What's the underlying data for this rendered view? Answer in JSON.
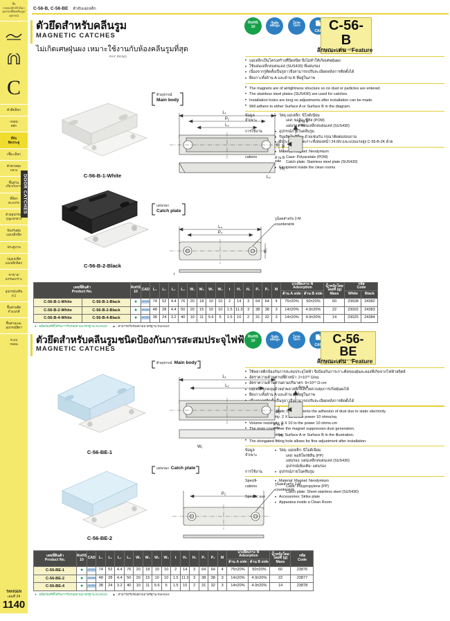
{
  "sidebar": {
    "top_text_lines": [
      "สื่อ",
      "กรอบสลัก/หัวล็อก",
      "อุปกรณ์ยึดคลีนรูม/อุปกรณ์"
    ],
    "letter": "C",
    "vertical_tab": "DOOR CATCHES",
    "items": [
      {
        "label": "ตัวยึดล็อก",
        "active": false
      },
      {
        "label": "กลอน\nสลัก",
        "active": false
      },
      {
        "label": "ที่จับ\nยึดประตู",
        "active": true
      },
      {
        "label": "เซี้ยะเล็อก",
        "active": false
      },
      {
        "label": "ตัวควบคุม\nกลาง",
        "active": false
      },
      {
        "label": "ชิ้นส่วน\nเกี่ยวกับงาน",
        "active": false
      },
      {
        "label": "ที่ล็อก\nตะแกรง",
        "active": false
      },
      {
        "label": "ด้วยอุปกรณ์\nกุญแจกลาง",
        "active": false
      },
      {
        "label": "ป้องกันฝุ่น\nแม่เหล็กยึด",
        "active": false
      },
      {
        "label": "ประตูบาน",
        "active": false
      },
      {
        "label": "กุญแจเซ็ต\nแม่เหล็กล็อก",
        "active": false
      },
      {
        "label": "ขาขาง/\nแกรนแกราะ",
        "active": false
      },
      {
        "label": "อุปกรณ์เสริม\n(C)",
        "active": false
      },
      {
        "label": "ชิ้นส่วนยึด\nจำแนกสี",
        "active": false
      },
      {
        "label": "ชิ้นส่วนและ\nอุปกรณ์ยึดฯ",
        "active": false
      },
      {
        "label": "ระบบ\nกลอน",
        "active": false
      }
    ],
    "footer": {
      "brand": "TAKIGEN",
      "volume": "เล่มที่ 24",
      "page": "1140"
    }
  },
  "topbar": {
    "codes": "C-56-B, C-56-BE",
    "thai": "ตัวจับแม่เหล็ก"
  },
  "sections": [
    {
      "id": "c56b",
      "title_th": "ตัวยึดสำหรับคลีนรูม",
      "title_en": "MAGNETIC CATCHES",
      "subtitle": "ไม่เกิดเศษฝุ่นผง เหมาะใช้งานกับห้องคลีนรูมที่สุด",
      "patpend": "PAT.PEND.",
      "product_code": "C-56-B",
      "product_code_sub": "ฝาพลาสติก",
      "badges": [
        {
          "name": "rohs-badge",
          "l1": "RoHS",
          "l2": "10",
          "color": "#16a04a"
        },
        {
          "name": "dustproof-badge",
          "l1": "กันฝุ่น",
          "l2": "คลีนรูม",
          "color": "#2d7fc1"
        },
        {
          "name": "standard-badge",
          "l1": "โปรด",
          "l2": "โทรฯ",
          "color": "#2d7fc1"
        },
        {
          "name": "cad-badge",
          "l1": "",
          "l2": "CAD",
          "color": "#2d7fc1"
        }
      ],
      "feature_header_th": "ลักษณะเด่น",
      "feature_header_en": "Feature",
      "features_th": [
        "แม่เหล็กเป็นโครงสร้างที่ปิดสนิท จึงไม่ทำให้เกิดเศษฝุ่นผง",
        "ใช้แผ่นเหล็กสแตนเลส (SUS430) ที่แผ่นรอง",
        "เนื่องจากรูติดตั้งเป็นรูยาวจึงสามารถปรับละเอียดหลังการติดตั้งได้",
        "ยึดเกาะทั้งด้าน A และด้าน B ที่อยู่ในภาพ"
      ],
      "features_en": [
        "The magnets are of airtightness structure so no dust or particles are entered.",
        "The stainless steel plates (SUS430) are used for catches.",
        "Installation holes are long so adjustments after installation can be made.",
        "Will adhere to either Surface A or Surface B in the diagram."
      ],
      "spec_rows_th": [
        {
          "label": "ข้อมูล\nจำเพาะ",
          "lines": [
            {
              "t": "วัสดุ แม่เหล็ก: นีโอดิเนียม",
              "bullet": true
            },
            {
              "t": "เคส: พอลิอะซีทัล (POM)",
              "indent": true
            },
            {
              "t": "แผ่นรอง: แผ่นเหล็กสแตนเลส (SUS430)",
              "indent": true
            }
          ]
        },
        {
          "label": "การใช้งาน",
          "lines": [
            {
              "t": "อุปกรณ์ภายในคลีนรูม",
              "bullet": true
            }
          ]
        },
        {
          "label": "หมายเหตุ",
          "lines": [
            {
              "t": "รับผลิตในสีอื่นๆ ด้วยเช่นกัน กรุณาติดต่อสอบถาม",
              "bullet": true
            },
            {
              "t": "มีประเภทแรงยึดเกาะทั้งสองหน้า 24.6N และแบบแรงสูง C-56-B-2K ด้วย",
              "bullet": true
            }
          ]
        }
      ],
      "spec_rows_en": [
        {
          "label": "Specifi-\ncations",
          "lines": [
            {
              "t": "Material: Magnet: Neodymium",
              "bullet": true
            },
            {
              "t": "Case: Polyacetals (POM)",
              "indent": true
            },
            {
              "t": "Catch plate: Stainless steel plate (SUS430)",
              "indent": true
            }
          ]
        },
        {
          "label": "Specific use",
          "lines": [
            {
              "t": "Equipment inside the clean rooms",
              "bullet": true
            }
          ]
        }
      ],
      "drawing_labels": {
        "main_body_th": "ตัวอุปกรณ์",
        "main_body_en": "Main body",
        "catch_plate_th": "แผ่นรอง",
        "catch_plate_en": "Catch plate",
        "countersink_th": "รูน็อตสำหรับ 2-M",
        "countersink_en": "countersink",
        "side_a": "ด้าน A\nside",
        "side_b": "ด้าน B\nside",
        "dims": [
          "L₁",
          "L₂",
          "L₃",
          "L₄",
          "P₁",
          "P₂",
          "W₁",
          "W₂",
          "W₃",
          "W₄",
          "H₁"
        ]
      },
      "photo_labels": [
        "C-56-B-1-White",
        "C-56-B-2-Black"
      ],
      "table": {
        "group_headers": {
          "product_no_th": "เลขที่สินค้า",
          "product_no_en": "Product No.",
          "rohs": "RoHS 10",
          "cad": "CAD",
          "adsorption_th": "แรงยึดเกาะ N",
          "adsorption_en": "Adsorption",
          "a_side": "ด้าน A side",
          "b_side": "ด้าน B side",
          "mass_th": "น้ำหนักโดยโดยที่ (g)",
          "mass_en": "Mass",
          "code_th": "รหัส",
          "code_en": "Code",
          "white": "White",
          "black": "Black"
        },
        "dim_headers": [
          "L₁",
          "L₂",
          "L₃",
          "L₄",
          "W₁",
          "W₂",
          "W₃",
          "W₄",
          "t",
          "H₁",
          "H₂",
          "P₁",
          "P₂",
          "M"
        ],
        "rows": [
          {
            "white_pn": "C-56-B-1-White",
            "black_pn": "C-56-B-1-Black",
            "rohs": "●",
            "cad": "2D/3D",
            "dims": [
              "74",
              "52",
              "4.4",
              "76",
              "20",
              "18",
              "10",
              "10",
              "2",
              "14",
              "3",
              "64",
              "64",
              "4"
            ],
            "ads_a": "75±20%",
            "ads_b": "50±20%",
            "mass": "60",
            "code_white": "23608",
            "code_black": "24382"
          },
          {
            "white_pn": "C-56-B-2-White",
            "black_pn": "C-56-B-2-Black",
            "rohs": "●",
            "cad": "2D/3D",
            "dims": [
              "48",
              "28",
              "4.4",
              "50",
              "20",
              "15",
              "10",
              "10",
              "1.5",
              "11.3",
              "3",
              "38",
              "38",
              "3"
            ],
            "ads_a": "14±20%",
            "ads_b": "4.9±20%",
            "mass": "22",
            "code_white": "23002",
            "code_black": "24383"
          },
          {
            "white_pn": "C-56-B-4-White",
            "black_pn": "C-56-B-4-Black",
            "rohs": "●",
            "cad": "2D/3D",
            "dims": [
              "38",
              "24",
              "3.2",
              "40",
              "10",
              "11",
              "5.6",
              "5",
              "1.5",
              "10",
              "2",
              "31",
              "32",
              "3"
            ],
            "ads_a": "14±20%",
            "ads_b": "4.9±20%",
            "mass": "14",
            "code_white": "23025",
            "code_black": "24384"
          }
        ],
        "note_green": "● : ผลิตภัณฑ์ที่ได้รับการรับรองตามมาตรฐาน RoHS10",
        "note_tri": "▲ : สามารถรับรองตามมาตรฐาน RoHS10"
      }
    },
    {
      "id": "c56be",
      "title_th": "ตัวยึดสำหรับคลีนรูมชนิดป้องกันการสะสมประจุไฟฟ้า",
      "title_en": "MAGNETIC CATCHES",
      "subtitle": "",
      "patpend": "",
      "product_code": "C-56-BE",
      "product_code_sub": "ฝาพลาสติก",
      "badges": [
        {
          "name": "rohs-badge",
          "l1": "RoHS",
          "l2": "10",
          "color": "#16a04a"
        },
        {
          "name": "dustproof-badge",
          "l1": "กันฝุ่น",
          "l2": "คลีนรูม",
          "color": "#2d7fc1"
        },
        {
          "name": "standard-badge",
          "l1": "โปรด",
          "l2": "โทรฯ",
          "color": "#2d7fc1"
        },
        {
          "name": "cad-badge",
          "l1": "",
          "l2": "CAD",
          "color": "#2d7fc1"
        }
      ],
      "feature_header_th": "ลักษณะเด่น",
      "feature_header_en": "Feature",
      "features_th": [
        "ใช้พลาสติกป้องกันการสะสมประจุไฟฟ้า จึงป้องกันการเกาะติดของฝุ่นละอองที่เกิดจากไฟฟ้าสถิตย์",
        "อัตราความต้านทานที่ผิวหน้า: 2×10¹⁰ Ω/sq",
        "อัตราความต้านทานตามปริมาตร: 9×10¹⁰ Ω-cm",
        "แม่เหล็กถูกคลุมด้วยฝาพลาสติกจึงช่วยควบคุมการเกิดฝุ่นผงได้",
        "ยึดเกาะทั้งด้าน A และด้าน B ที่อยู่ในภาพ",
        "เนื่องจากรูติดตั้งเป็นรูยาวจึงสามารถปรับละเอียดหลังการติดตั้งได้"
      ],
      "features_en": [
        "The use of anti-static resin prevents the adhesion of dust due to static electricity",
        "Surface resistivity: 2 X 10 to the power 10 ohms/sq",
        "Volume resistivity: 9 X 10 to the power 10 ohms-cm",
        "The resin cover over the magnet suppresses dust generation.",
        "Will adhere to either Surface A or Surface B in the illustration.",
        "The elongated fitting hole allows for fine adjustment after installation."
      ],
      "spec_rows_th": [
        {
          "label": "ข้อมูล\nจำเพาะ",
          "lines": [
            {
              "t": "วัสดุ: แม่เหล็ก: นีโอดิเนียม",
              "bullet": true
            },
            {
              "t": "เคส: พอลิโพรพิลีน (PP)",
              "indent": true
            },
            {
              "t": "แผ่นรอง: แผ่นเหล็กสแตนเลส (SUS430)",
              "indent": true
            },
            {
              "t": "อุปกรณ์เพิ่มเติม: แผ่นรอง",
              "indent": true
            }
          ]
        },
        {
          "label": "การใช้งาน",
          "lines": [
            {
              "t": "อุปกรณ์ภายในคลีนรูม",
              "bullet": true
            }
          ]
        }
      ],
      "spec_rows_en": [
        {
          "label": "Specifi-\ncations",
          "lines": [
            {
              "t": "Material: Magnet: Neodymium",
              "bullet": true
            },
            {
              "t": "Case: Polypropylene (PP)",
              "indent": true
            },
            {
              "t": "Catch plate: Sheet stainless steel (SUS430)",
              "indent": true
            }
          ]
        },
        {
          "label": "Specific use",
          "lines": [
            {
              "t": "Accessories: Strike plate",
              "bullet": true
            },
            {
              "t": "Apparatus inside a Clean Room",
              "bullet": true
            }
          ]
        }
      ],
      "drawing_labels": {
        "main_body_th": "ตัวอุปกรณ์",
        "main_body_en": "Main body",
        "catch_plate_th": "แผ่นรอง",
        "catch_plate_en": "Catch plate",
        "countersink_th": "รูน็อตสำหรับ 2-M",
        "countersink_en": "countersink",
        "side_a": "ด้าน A\nside",
        "side_b": "ด้าน B\nside",
        "dims": [
          "L₁",
          "L₂",
          "L₃",
          "L₄",
          "P₁",
          "P₂",
          "W₁",
          "W₂",
          "W₃",
          "W₄",
          "H₁"
        ]
      },
      "photo_labels": [
        "C-56-BE-1",
        "C-56-BE-2"
      ],
      "table": {
        "group_headers": {
          "product_no_th": "เลขที่สินค้า",
          "product_no_en": "Product No.",
          "rohs": "RoHS 10",
          "cad": "CAD",
          "adsorption_th": "แรงยึดเกาะ N",
          "adsorption_en": "Adsorption",
          "a_side": "ด้าน A side",
          "b_side": "ด้าน B side",
          "mass_th": "น้ำหนักโดยโดยที่ (g)",
          "mass_en": "Mass",
          "code_th": "รหัส",
          "code_en": "Code",
          "white": "",
          "black": ""
        },
        "dim_headers": [
          "L₁",
          "L₂",
          "L₃",
          "L₄",
          "W₁",
          "W₂",
          "W₃",
          "W₄",
          "t",
          "H₁",
          "H₂",
          "P₁",
          "P₂",
          "M"
        ],
        "rows": [
          {
            "white_pn": "C-56-BE-1",
            "black_pn": "",
            "rohs": "●",
            "cad": "2D/3D",
            "dims": [
              "74",
              "52",
              "4.4",
              "76",
              "20",
              "18",
              "10",
              "10",
              "2",
              "14",
              "3",
              "64",
              "64",
              "4"
            ],
            "ads_a": "75±20%",
            "ads_b": "50±20%",
            "mass": "60",
            "code_white": "23876",
            "code_black": ""
          },
          {
            "white_pn": "C-56-BE-2",
            "black_pn": "",
            "rohs": "●",
            "cad": "2D/3D",
            "dims": [
              "48",
              "28",
              "4.4",
              "50",
              "20",
              "15",
              "10",
              "10",
              "1.5",
              "11.3",
              "3",
              "38",
              "38",
              "3"
            ],
            "ads_a": "14±20%",
            "ads_b": "4.9±20%",
            "mass": "22",
            "code_white": "23877",
            "code_black": ""
          },
          {
            "white_pn": "C-56-BE-4",
            "black_pn": "",
            "rohs": "●",
            "cad": "2D/3D",
            "dims": [
              "38",
              "24",
              "3.2",
              "40",
              "10",
              "11",
              "5.6",
              "5",
              "1.5",
              "10",
              "2",
              "31",
              "32",
              "3"
            ],
            "ads_a": "14±20%",
            "ads_b": "4.9±20%",
            "mass": "14",
            "code_white": "23878",
            "code_black": ""
          }
        ],
        "note_green": "● : ผลิตภัณฑ์ที่ได้รับการรับรองตามมาตรฐาน RoHS10",
        "note_tri": "▲ : สามารถรับรองตามมาตรฐาน RoHS10"
      }
    }
  ]
}
